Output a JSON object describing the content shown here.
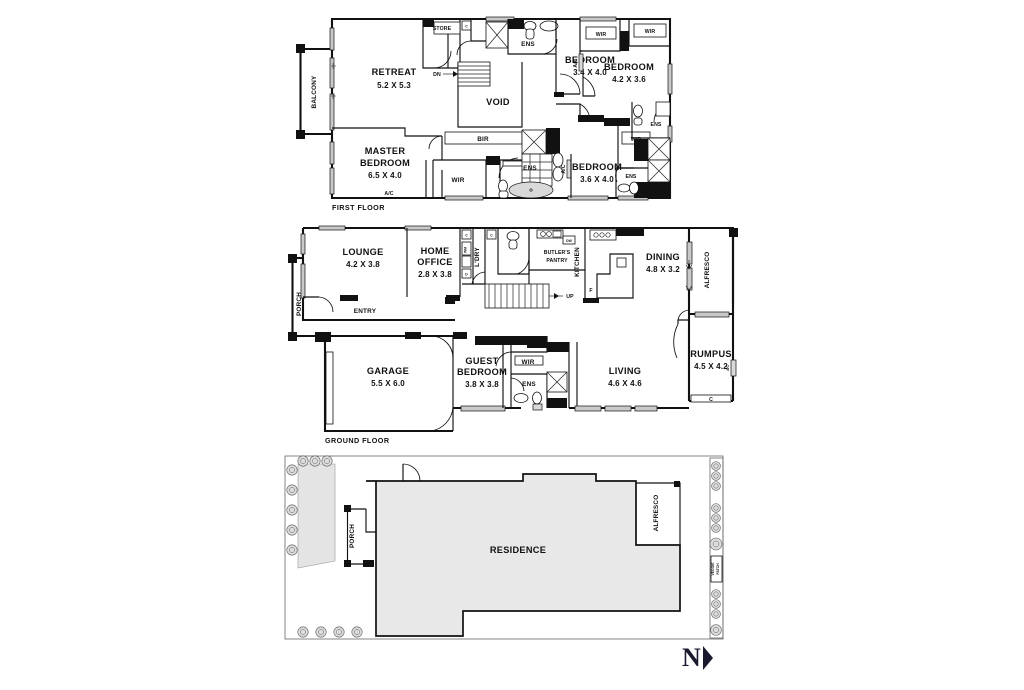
{
  "document": {
    "type": "architectural-floor-plan",
    "orientation_marker": "N"
  },
  "floors": [
    {
      "id": "first-floor",
      "label": "FIRST FLOOR",
      "rooms": [
        {
          "name": "BALCONY",
          "dims": "",
          "orientation": "vertical"
        },
        {
          "name": "RETREAT",
          "dims": "5.2 X 5.3",
          "orientation": "horizontal"
        },
        {
          "name": "STORE",
          "dims": "",
          "orientation": "horizontal"
        },
        {
          "name": "ENS",
          "dims": "",
          "orientation": "horizontal"
        },
        {
          "name": "BEDROOM",
          "dims": "3.4 X 4.0",
          "orientation": "horizontal"
        },
        {
          "name": "WIR",
          "dims": "",
          "orientation": "horizontal"
        },
        {
          "name": "WIR",
          "dims": "",
          "orientation": "horizontal"
        },
        {
          "name": "BEDROOM",
          "dims": "4.2 X 3.6",
          "orientation": "horizontal"
        },
        {
          "name": "VOID",
          "dims": "",
          "orientation": "horizontal"
        },
        {
          "name": "BIR",
          "dims": "",
          "orientation": "horizontal"
        },
        {
          "name": "MASTER BEDROOM",
          "dims": "6.5 X 4.0",
          "orientation": "horizontal"
        },
        {
          "name": "WIR",
          "dims": "",
          "orientation": "horizontal"
        },
        {
          "name": "ENS",
          "dims": "",
          "orientation": "horizontal"
        },
        {
          "name": "BEDROOM",
          "dims": "3.6 X 4.0",
          "orientation": "horizontal"
        },
        {
          "name": "WIR",
          "dims": "",
          "orientation": "horizontal"
        },
        {
          "name": "ENS",
          "dims": "",
          "orientation": "horizontal"
        },
        {
          "name": "ENS",
          "dims": "",
          "orientation": "horizontal"
        }
      ],
      "annotations": [
        "DN",
        "A/C",
        "A/C",
        "A/C",
        "C"
      ]
    },
    {
      "id": "ground-floor",
      "label": "GROUND FLOOR",
      "rooms": [
        {
          "name": "PORCH",
          "dims": "",
          "orientation": "vertical"
        },
        {
          "name": "LOUNGE",
          "dims": "4.2 X 3.8",
          "orientation": "horizontal"
        },
        {
          "name": "HOME OFFICE",
          "dims": "2.8 X 3.8",
          "orientation": "horizontal"
        },
        {
          "name": "ENTRY",
          "dims": "",
          "orientation": "horizontal"
        },
        {
          "name": "L'DRY",
          "dims": "",
          "orientation": "vertical"
        },
        {
          "name": "BUTLER'S PANTRY",
          "dims": "",
          "orientation": "horizontal"
        },
        {
          "name": "KITCHEN",
          "dims": "",
          "orientation": "vertical"
        },
        {
          "name": "DINING",
          "dims": "4.8 X 3.2",
          "orientation": "horizontal"
        },
        {
          "name": "ALFRESCO",
          "dims": "",
          "orientation": "vertical"
        },
        {
          "name": "GARAGE",
          "dims": "5.5 X 6.0",
          "orientation": "horizontal"
        },
        {
          "name": "GUEST BEDROOM",
          "dims": "3.8 X 3.8",
          "orientation": "horizontal"
        },
        {
          "name": "WIR",
          "dims": "",
          "orientation": "horizontal"
        },
        {
          "name": "ENS",
          "dims": "",
          "orientation": "horizontal"
        },
        {
          "name": "LIVING",
          "dims": "4.6 X 4.6",
          "orientation": "horizontal"
        },
        {
          "name": "RUMPUS",
          "dims": "4.5 X 4.2",
          "orientation": "horizontal"
        }
      ],
      "annotations": [
        "UP",
        "WM",
        "DW",
        "C",
        "C",
        "C",
        "D",
        "F",
        "A/C",
        "C"
      ]
    },
    {
      "id": "site-plan",
      "label": "",
      "rooms": [
        {
          "name": "RESIDENCE",
          "dims": "",
          "orientation": "horizontal"
        },
        {
          "name": "PORCH",
          "dims": "",
          "orientation": "vertical"
        },
        {
          "name": "ALFRESCO",
          "dims": "",
          "orientation": "vertical"
        },
        {
          "name": "VEGGIE PATCH",
          "dims": "",
          "orientation": "vertical"
        }
      ],
      "annotations": []
    }
  ],
  "labels": {
    "first_floor": "FIRST FLOOR",
    "ground_floor": "GROUND FLOOR",
    "north": "N",
    "retreat": "RETREAT",
    "retreat_dim": "5.2 X 5.3",
    "balcony": "BALCONY",
    "store": "STORE",
    "void": "VOID",
    "dn": "DN",
    "bir": "BIR",
    "master_bedroom_l1": "MASTER",
    "master_bedroom_l2": "BEDROOM",
    "master_dim": "6.5 X 4.0",
    "wir": "WIR",
    "ens": "ENS",
    "ac": "A/C",
    "c": "C",
    "bed_34": "BEDROOM",
    "bed_34_dim": "3.4 X 4.0",
    "bed_42": "BEDROOM",
    "bed_42_dim": "4.2 X 3.6",
    "bed_36": "BEDROOM",
    "bed_36_dim": "3.6 X 4.0",
    "lounge": "LOUNGE",
    "lounge_dim": "4.2 X 3.8",
    "home_office_l1": "HOME",
    "home_office_l2": "OFFICE",
    "home_office_dim": "2.8 X 3.8",
    "entry": "ENTRY",
    "porch": "PORCH",
    "ldry": "L'DRY",
    "butlers_l1": "BUTLER'S",
    "butlers_l2": "PANTRY",
    "kitchen": "KITCHEN",
    "dining": "DINING",
    "dining_dim": "4.8 X 3.2",
    "alfresco": "ALFRESCO",
    "garage": "GARAGE",
    "garage_dim": "5.5 X 6.0",
    "guest_l1": "GUEST",
    "guest_l2": "BEDROOM",
    "guest_dim": "3.8 X 3.8",
    "living": "LIVING",
    "living_dim": "4.6 X 4.6",
    "rumpus": "RUMPUS",
    "rumpus_dim": "4.5 X 4.2",
    "up": "UP",
    "wm": "WM",
    "dw": "DW",
    "d": "D",
    "f": "F",
    "residence": "RESIDENCE",
    "veggie_l1": "VEGGIE",
    "veggie_l2": "PATCH"
  },
  "colors": {
    "background": "#ffffff",
    "wall": "#111111",
    "window": "#c9c9c9",
    "residence_fill": "#e8e8e8",
    "garden_fill": "#e4e4e4",
    "north_arrow": "#1a1a2e"
  }
}
